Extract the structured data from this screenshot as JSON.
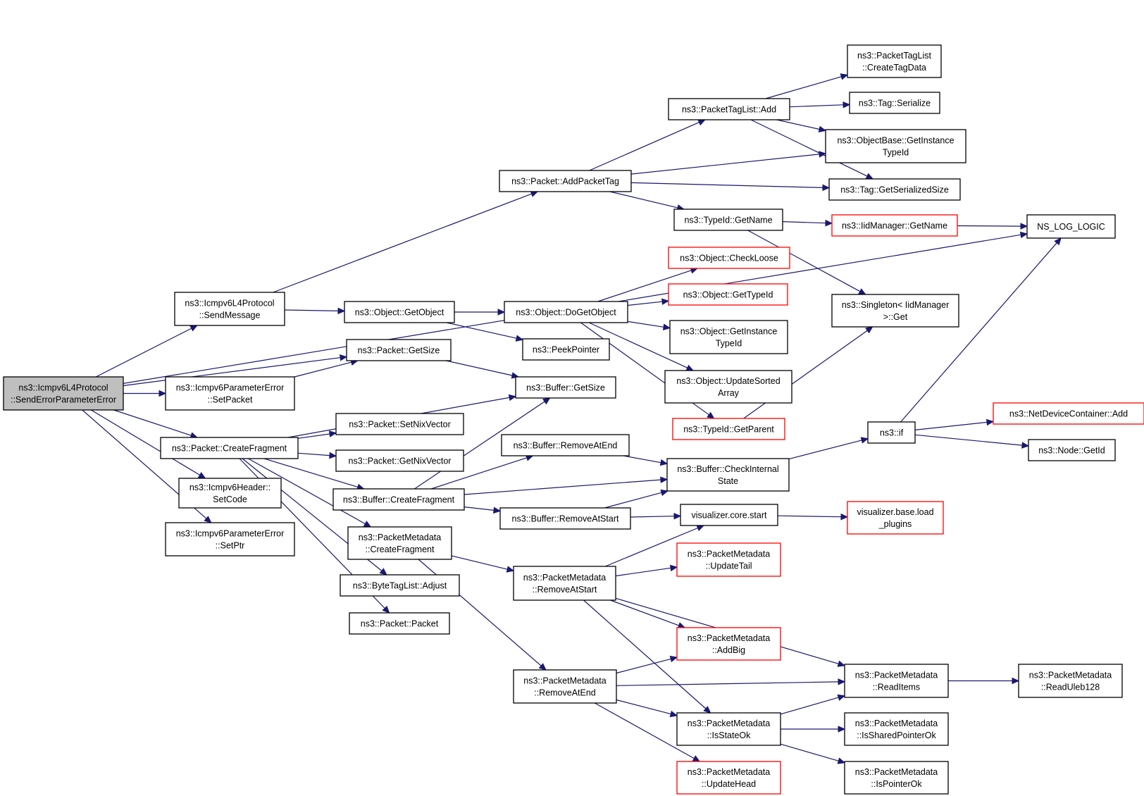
{
  "colors": {
    "edge": "#191970",
    "node_border": "#000000",
    "node_border_truncated": "#ff0000",
    "root_fill": "#bfbfbf",
    "node_fill": "#ffffff"
  },
  "nodes": [
    {
      "id": "root",
      "lines": [
        "ns3::Icmpv6L4Protocol",
        "::SendErrorParameterError"
      ],
      "root": true
    },
    {
      "id": "nslog",
      "lines": [
        "NS_LOG_LOGIC"
      ]
    },
    {
      "id": "sendmsg",
      "lines": [
        "ns3::Icmpv6L4Protocol",
        "::SendMessage"
      ]
    },
    {
      "id": "pkt_getsize",
      "lines": [
        "ns3::Packet::GetSize"
      ]
    },
    {
      "id": "setpacket",
      "lines": [
        "ns3::Icmpv6ParameterError",
        "::SetPacket"
      ]
    },
    {
      "id": "createfrag",
      "lines": [
        "ns3::Packet::CreateFragment"
      ]
    },
    {
      "id": "setcode",
      "lines": [
        "ns3::Icmpv6Header::",
        "SetCode"
      ]
    },
    {
      "id": "setptr",
      "lines": [
        "ns3::Icmpv6ParameterError",
        "::SetPtr"
      ]
    },
    {
      "id": "addpackettag",
      "lines": [
        "ns3::Packet::AddPacketTag"
      ]
    },
    {
      "id": "getobject",
      "lines": [
        "ns3::Object::GetObject"
      ]
    },
    {
      "id": "buf_getsize",
      "lines": [
        "ns3::Buffer::GetSize"
      ]
    },
    {
      "id": "setnix",
      "lines": [
        "ns3::Packet::SetNixVector"
      ]
    },
    {
      "id": "getnix",
      "lines": [
        "ns3::Packet::GetNixVector"
      ]
    },
    {
      "id": "buf_createfrag",
      "lines": [
        "ns3::Buffer::CreateFragment"
      ]
    },
    {
      "id": "pm_createfrag",
      "lines": [
        "ns3::PacketMetadata",
        "::CreateFragment"
      ]
    },
    {
      "id": "bytetag",
      "lines": [
        "ns3::ByteTagList::Adjust"
      ]
    },
    {
      "id": "pkt_packet",
      "lines": [
        "ns3::Packet::Packet"
      ]
    },
    {
      "id": "ptl_add",
      "lines": [
        "ns3::PacketTagList::Add"
      ]
    },
    {
      "id": "typeid_getname",
      "lines": [
        "ns3::TypeId::GetName"
      ]
    },
    {
      "id": "dogetobject",
      "lines": [
        "ns3::Object::DoGetObject"
      ]
    },
    {
      "id": "peekpointer",
      "lines": [
        "ns3::PeekPointer"
      ]
    },
    {
      "id": "buf_removeatend",
      "lines": [
        "ns3::Buffer::RemoveAtEnd"
      ]
    },
    {
      "id": "buf_removeatstart",
      "lines": [
        "ns3::Buffer::RemoveAtStart"
      ]
    },
    {
      "id": "pm_removeatstart",
      "lines": [
        "ns3::PacketMetadata",
        "::RemoveAtStart"
      ]
    },
    {
      "id": "pm_removeatend",
      "lines": [
        "ns3::PacketMetadata",
        "::RemoveAtEnd"
      ]
    },
    {
      "id": "ptl_createtag",
      "lines": [
        "ns3::PacketTagList",
        "::CreateTagData"
      ]
    },
    {
      "id": "tag_serialize",
      "lines": [
        "ns3::Tag::Serialize"
      ]
    },
    {
      "id": "objbase_gitid",
      "lines": [
        "ns3::ObjectBase::GetInstance",
        "TypeId"
      ]
    },
    {
      "id": "tag_getsersize",
      "lines": [
        "ns3::Tag::GetSerializedSize"
      ]
    },
    {
      "id": "iidmgr_getname",
      "lines": [
        "ns3::IidManager::GetName"
      ],
      "truncated": true
    },
    {
      "id": "obj_checkloose",
      "lines": [
        "ns3::Object::CheckLoose"
      ],
      "truncated": true
    },
    {
      "id": "obj_gettypeid",
      "lines": [
        "ns3::Object::GetTypeId"
      ],
      "truncated": true
    },
    {
      "id": "obj_getinsttypeid",
      "lines": [
        "ns3::Object::GetInstance",
        "TypeId"
      ]
    },
    {
      "id": "obj_updatesorted",
      "lines": [
        "ns3::Object::UpdateSorted",
        "Array"
      ]
    },
    {
      "id": "typeid_getparent",
      "lines": [
        "ns3::TypeId::GetParent"
      ],
      "truncated": true
    },
    {
      "id": "singleton_get",
      "lines": [
        "ns3::Singleton< IidManager",
        ">::Get"
      ]
    },
    {
      "id": "buf_checkinternal",
      "lines": [
        "ns3::Buffer::CheckInternal",
        "State"
      ]
    },
    {
      "id": "ns3_if",
      "lines": [
        "ns3::if"
      ]
    },
    {
      "id": "ndc_add",
      "lines": [
        "ns3::NetDeviceContainer::Add"
      ],
      "truncated": true
    },
    {
      "id": "node_getid",
      "lines": [
        "ns3::Node::GetId"
      ]
    },
    {
      "id": "viz_core_start",
      "lines": [
        "visualizer.core.start"
      ]
    },
    {
      "id": "viz_base_load",
      "lines": [
        "visualizer.base.load",
        "_plugins"
      ],
      "truncated": true
    },
    {
      "id": "pm_updatetail",
      "lines": [
        "ns3::PacketMetadata",
        "::UpdateTail"
      ],
      "truncated": true
    },
    {
      "id": "pm_addbig",
      "lines": [
        "ns3::PacketMetadata",
        "::AddBig"
      ],
      "truncated": true
    },
    {
      "id": "pm_isstateok",
      "lines": [
        "ns3::PacketMetadata",
        "::IsStateOk"
      ]
    },
    {
      "id": "pm_updatehead",
      "lines": [
        "ns3::PacketMetadata",
        "::UpdateHead"
      ],
      "truncated": true
    },
    {
      "id": "pm_readitems",
      "lines": [
        "ns3::PacketMetadata",
        "::ReadItems"
      ]
    },
    {
      "id": "pm_issharedptr",
      "lines": [
        "ns3::PacketMetadata",
        "::IsSharedPointerOk"
      ]
    },
    {
      "id": "pm_isptrok",
      "lines": [
        "ns3::PacketMetadata",
        "::IsPointerOk"
      ]
    },
    {
      "id": "pm_readuleb",
      "lines": [
        "ns3::PacketMetadata",
        "::ReadUleb128"
      ]
    }
  ],
  "edges": [
    [
      "root",
      "nslog"
    ],
    [
      "root",
      "sendmsg"
    ],
    [
      "root",
      "pkt_getsize"
    ],
    [
      "root",
      "setpacket"
    ],
    [
      "root",
      "createfrag"
    ],
    [
      "root",
      "setcode"
    ],
    [
      "root",
      "setptr"
    ],
    [
      "sendmsg",
      "addpackettag"
    ],
    [
      "sendmsg",
      "getobject"
    ],
    [
      "setpacket",
      "pkt_getsize"
    ],
    [
      "pkt_getsize",
      "buf_getsize"
    ],
    [
      "createfrag",
      "buf_getsize"
    ],
    [
      "createfrag",
      "setnix"
    ],
    [
      "createfrag",
      "getnix"
    ],
    [
      "createfrag",
      "buf_createfrag"
    ],
    [
      "createfrag",
      "pm_createfrag"
    ],
    [
      "createfrag",
      "bytetag"
    ],
    [
      "createfrag",
      "pkt_packet"
    ],
    [
      "addpackettag",
      "ptl_add"
    ],
    [
      "addpackettag",
      "objbase_gitid"
    ],
    [
      "addpackettag",
      "tag_getsersize"
    ],
    [
      "addpackettag",
      "typeid_getname"
    ],
    [
      "getobject",
      "dogetobject"
    ],
    [
      "getobject",
      "peekpointer"
    ],
    [
      "ptl_add",
      "ptl_createtag"
    ],
    [
      "ptl_add",
      "tag_serialize"
    ],
    [
      "ptl_add",
      "objbase_gitid"
    ],
    [
      "ptl_add",
      "tag_getsersize"
    ],
    [
      "typeid_getname",
      "iidmgr_getname"
    ],
    [
      "typeid_getname",
      "singleton_get"
    ],
    [
      "iidmgr_getname",
      "nslog"
    ],
    [
      "dogetobject",
      "obj_checkloose"
    ],
    [
      "dogetobject",
      "obj_gettypeid"
    ],
    [
      "dogetobject",
      "obj_getinsttypeid"
    ],
    [
      "dogetobject",
      "obj_updatesorted"
    ],
    [
      "dogetobject",
      "typeid_getparent"
    ],
    [
      "typeid_getparent",
      "singleton_get"
    ],
    [
      "buf_createfrag",
      "buf_getsize"
    ],
    [
      "buf_createfrag",
      "buf_removeatend"
    ],
    [
      "buf_createfrag",
      "buf_checkinternal"
    ],
    [
      "buf_createfrag",
      "buf_removeatstart"
    ],
    [
      "buf_removeatend",
      "buf_checkinternal"
    ],
    [
      "buf_removeatstart",
      "buf_checkinternal"
    ],
    [
      "buf_removeatstart",
      "viz_core_start"
    ],
    [
      "buf_checkinternal",
      "ns3_if"
    ],
    [
      "ns3_if",
      "nslog"
    ],
    [
      "ns3_if",
      "ndc_add"
    ],
    [
      "ns3_if",
      "node_getid"
    ],
    [
      "viz_core_start",
      "viz_base_load"
    ],
    [
      "pm_createfrag",
      "pm_removeatstart"
    ],
    [
      "pm_createfrag",
      "pm_removeatend"
    ],
    [
      "pm_removeatstart",
      "viz_core_start"
    ],
    [
      "pm_removeatstart",
      "pm_updatetail"
    ],
    [
      "pm_removeatstart",
      "pm_readitems"
    ],
    [
      "pm_removeatstart",
      "pm_addbig"
    ],
    [
      "pm_removeatstart",
      "pm_isstateok"
    ],
    [
      "pm_removeatend",
      "pm_addbig"
    ],
    [
      "pm_removeatend",
      "pm_readitems"
    ],
    [
      "pm_removeatend",
      "pm_isstateok"
    ],
    [
      "pm_removeatend",
      "pm_updatehead"
    ],
    [
      "pm_isstateok",
      "pm_readitems"
    ],
    [
      "pm_isstateok",
      "pm_issharedptr"
    ],
    [
      "pm_isstateok",
      "pm_isptrok"
    ],
    [
      "pm_readitems",
      "pm_readuleb"
    ]
  ]
}
